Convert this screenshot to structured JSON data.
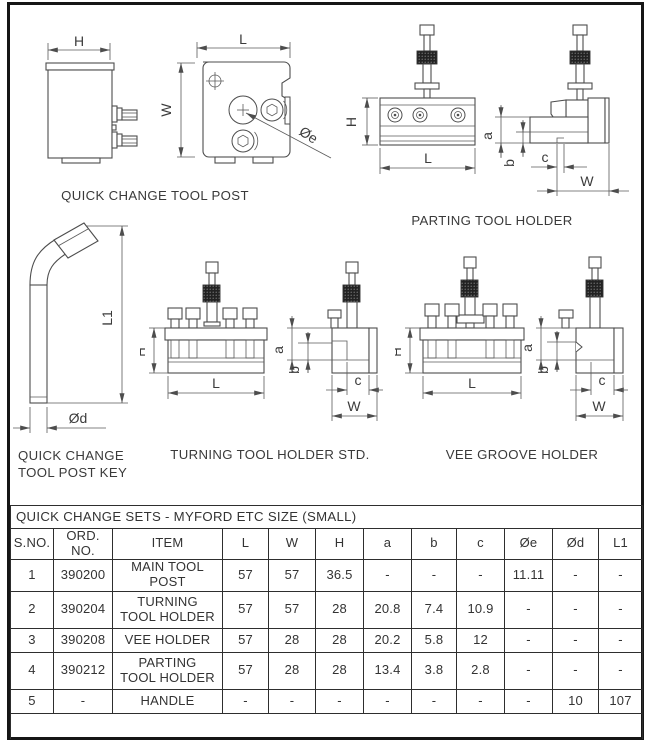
{
  "sheet": {
    "captions": {
      "tool_post": "QUICK CHANGE TOOL POST",
      "parting": "PARTING TOOL HOLDER",
      "key_line1": "QUICK CHANGE",
      "key_line2": "TOOL POST KEY",
      "turning": "TURNING TOOL HOLDER STD.",
      "vee": "VEE GROOVE HOLDER"
    },
    "dim_labels": {
      "H": "H",
      "L": "L",
      "W": "W",
      "L1": "L1",
      "a": "a",
      "b": "b",
      "c": "c",
      "dia_e": "Øe",
      "dia_d": "Ød"
    }
  },
  "table": {
    "title": "QUICK CHANGE SETS - MYFORD ETC SIZE (SMALL)",
    "headers": [
      "S.NO.",
      "ORD.\nNO.",
      "ITEM",
      "L",
      "W",
      "H",
      "a",
      "b",
      "c",
      "Øe",
      "Ød",
      "L1"
    ],
    "rows": [
      [
        "1",
        "390200",
        "MAIN TOOL\nPOST",
        "57",
        "57",
        "36.5",
        "-",
        "-",
        "-",
        "11.11",
        "-",
        "-"
      ],
      [
        "2",
        "390204",
        "TURNING\nTOOL HOLDER",
        "57",
        "57",
        "28",
        "20.8",
        "7.4",
        "10.9",
        "-",
        "-",
        "-"
      ],
      [
        "3",
        "390208",
        "VEE HOLDER",
        "57",
        "28",
        "28",
        "20.2",
        "5.8",
        "12",
        "-",
        "-",
        "-"
      ],
      [
        "4",
        "390212",
        "PARTING\nTOOL HOLDER",
        "57",
        "28",
        "28",
        "13.4",
        "3.8",
        "2.8",
        "-",
        "-",
        "-"
      ],
      [
        "5",
        "-",
        "HANDLE",
        "-",
        "-",
        "-",
        "-",
        "-",
        "-",
        "-",
        "10",
        "107"
      ]
    ]
  },
  "colors": {
    "line": "#4d4d4d",
    "text": "#3a3a3a",
    "frame": "#161616"
  }
}
